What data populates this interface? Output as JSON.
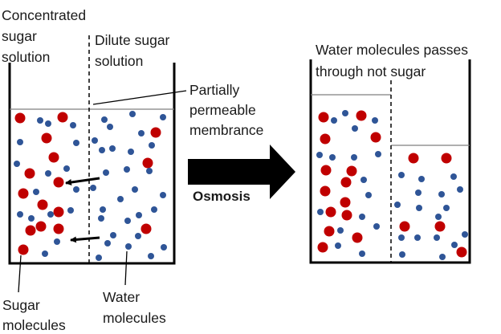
{
  "colors": {
    "sugar": "#c00000",
    "water": "#2f5597",
    "outline": "#000000",
    "surface": "#7f7f7f"
  },
  "left_beaker": {
    "concentrated_label": [
      "Concentrated",
      "sugar",
      "solution"
    ],
    "dilute_label": [
      "Dilute sugar",
      "solution"
    ],
    "membrane_label": [
      "Partially",
      "permeable",
      "membrance"
    ],
    "sugar_label": [
      "Sugar",
      "molecules"
    ],
    "water_label": [
      "Water",
      "molecules"
    ]
  },
  "process": {
    "label": "Osmosis"
  },
  "right_beaker": {
    "caption": [
      "Water  molecules passes",
      "through not sugar"
    ]
  }
}
